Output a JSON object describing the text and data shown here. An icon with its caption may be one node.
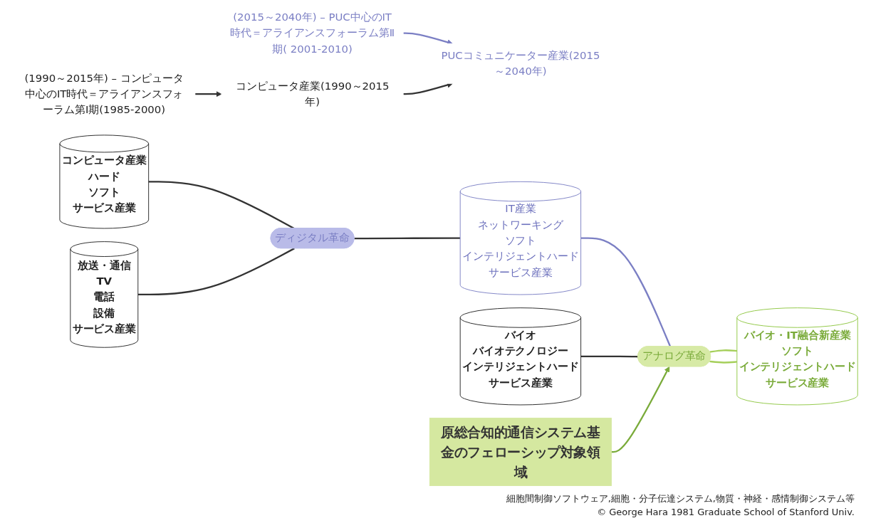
{
  "diagram": {
    "nodes": [
      {
        "text": [
          "コンピュータ産業",
          "ハード",
          "ソフト",
          "サービス産業"
        ]
      },
      {
        "text": [
          "放送・通信",
          "TV",
          "電話",
          "設備",
          "サービス産業"
        ]
      },
      {
        "text": [
          "バイオ",
          "バイオテクノロジー",
          "インテリジェントハード",
          "サービス産業"
        ]
      },
      {
        "text": [
          "ディジタル革命"
        ]
      },
      {
        "text": [
          "IT産業",
          "ネットワーキング",
          "ソフト",
          "インテリジェントハード",
          "サービス産業"
        ]
      },
      {
        "text": [
          "アナログ革命"
        ]
      },
      {
        "text": [
          "原総合知的通信システム基金のフェローシップ対象領域"
        ]
      },
      {
        "text": [
          "バイオ・IT融合新産業",
          "ソフト",
          "インテリジェントハード",
          "サービス産業"
        ]
      },
      {
        "text": [
          "(1990～2015年) – コンピュータ中心のIT時代＝アライアンスフォーラム第Ⅰ期(1985-2000)"
        ]
      },
      {
        "text": [
          "コンピュータ産業(1990～2015年)"
        ]
      },
      {
        "text": [
          "(2015～2040年) – PUC中心のIT時代＝アライアンスフォーラム第Ⅱ期( 2001-2010)"
        ]
      },
      {
        "text": [
          "PUCコミュニケーター産業(2015～2040年)"
        ]
      }
    ],
    "edges": [
      {
        "from": 8,
        "to": 9,
        "arrow": "to"
      },
      {
        "from": 10,
        "to": 11,
        "arrow": "to",
        "color": "#7b7fc4"
      },
      {
        "from": 9,
        "to": 11,
        "arrow": "to"
      },
      {
        "from": 0,
        "to": 3,
        "arrow": "none"
      },
      {
        "from": 1,
        "to": 3,
        "arrow": "none"
      },
      {
        "from": 3,
        "to": 4,
        "arrow": "none"
      },
      {
        "from": 4,
        "to": 5,
        "arrow": "none",
        "color": "#7b7fc4"
      },
      {
        "from": 2,
        "to": 5,
        "arrow": "none"
      },
      {
        "from": 6,
        "to": 5,
        "arrow": "to",
        "color": "#7aab3a"
      },
      {
        "from": 5,
        "to": 7,
        "arrow": "none",
        "color": "#a5cf5a"
      },
      {
        "from": 5,
        "to": 7,
        "arrow": "none",
        "color": "#a5cf5a"
      }
    ],
    "labels": [
      "細胞間制御ソフトウェア,細胞・分子伝達システム,物質・神経・感情制御システム等",
      "© George Hara 1981 Graduate School of Stanford Univ."
    ]
  }
}
